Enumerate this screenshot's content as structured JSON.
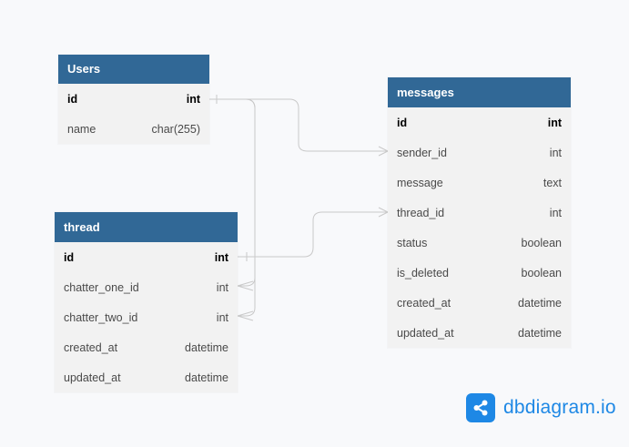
{
  "tables": {
    "users": {
      "name": "Users",
      "fields": [
        {
          "name": "id",
          "type": "int",
          "pk": true
        },
        {
          "name": "name",
          "type": "char(255)",
          "pk": false
        }
      ]
    },
    "thread": {
      "name": "thread",
      "fields": [
        {
          "name": "id",
          "type": "int",
          "pk": true
        },
        {
          "name": "chatter_one_id",
          "type": "int",
          "pk": false
        },
        {
          "name": "chatter_two_id",
          "type": "int",
          "pk": false
        },
        {
          "name": "created_at",
          "type": "datetime",
          "pk": false
        },
        {
          "name": "updated_at",
          "type": "datetime",
          "pk": false
        }
      ]
    },
    "messages": {
      "name": "messages",
      "fields": [
        {
          "name": "id",
          "type": "int",
          "pk": true
        },
        {
          "name": "sender_id",
          "type": "int",
          "pk": false
        },
        {
          "name": "message",
          "type": "text",
          "pk": false
        },
        {
          "name": "thread_id",
          "type": "int",
          "pk": false
        },
        {
          "name": "status",
          "type": "boolean",
          "pk": false
        },
        {
          "name": "is_deleted",
          "type": "boolean",
          "pk": false
        },
        {
          "name": "created_at",
          "type": "datetime",
          "pk": false
        },
        {
          "name": "updated_at",
          "type": "datetime",
          "pk": false
        }
      ]
    }
  },
  "relationships": [
    {
      "from": "users.id",
      "to": "messages.sender_id",
      "kind": "one-to-many"
    },
    {
      "from": "users.id",
      "to": "thread.chatter_one_id",
      "kind": "one-to-many"
    },
    {
      "from": "users.id",
      "to": "thread.chatter_two_id",
      "kind": "one-to-many"
    },
    {
      "from": "thread.id",
      "to": "messages.thread_id",
      "kind": "one-to-many"
    }
  ],
  "brand": {
    "text": "dbdiagram.io",
    "icon": "share-network-icon"
  },
  "colors": {
    "header": "#316896",
    "table_bg": "#f2f2f2",
    "link": "#c9c9c9",
    "brand": "#1e88e5"
  }
}
